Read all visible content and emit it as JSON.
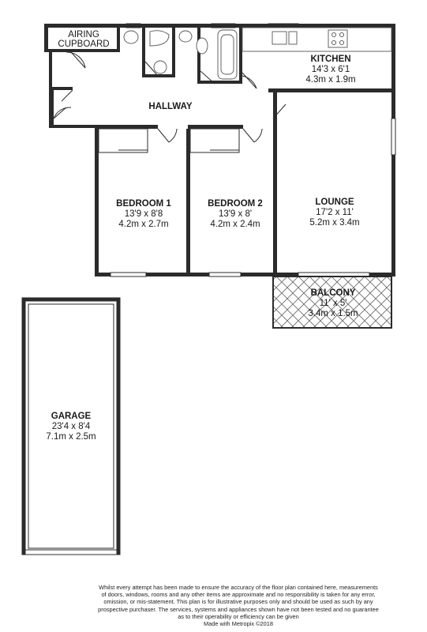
{
  "rooms": {
    "airing": {
      "line1": "AIRING",
      "line2": "CUPBOARD"
    },
    "kitchen": {
      "name": "KITCHEN",
      "imperial": "14'3 x 6'1",
      "metric": "4.3m x 1.9m"
    },
    "hallway": {
      "name": "HALLWAY"
    },
    "bedroom1": {
      "name": "BEDROOM 1",
      "imperial": "13'9 x 8'8",
      "metric": "4.2m x 2.7m"
    },
    "bedroom2": {
      "name": "BEDROOM 2",
      "imperial": "13'9 x 8'",
      "metric": "4.2m x 2.4m"
    },
    "lounge": {
      "name": "LOUNGE",
      "imperial": "17'2 x 11'",
      "metric": "5.2m x 3.4m"
    },
    "balcony": {
      "name": "BALCONY",
      "imperial": "11' x 5'",
      "metric": "3.4m x 1.5m"
    },
    "garage": {
      "name": "GARAGE",
      "imperial": "23'4 x 8'4",
      "metric": "7.1m x 2.5m"
    }
  },
  "disclaimer": {
    "line1": "Whilst every attempt has been made to ensure the accuracy of the floor plan contained here, measurements",
    "line2": "of doors, windows, rooms and any other items are approximate and no responsibility is taken for any error,",
    "line3": "omission, or mis-statement. This plan is for illustrative purposes only and should be used as such by any",
    "line4": "prospective purchaser. The services, systems and appliances shown have not been tested and no guarantee",
    "line5": "as to their operability or efficiency can be given",
    "line6": "Made with Metropix ©2018"
  },
  "colors": {
    "wall": "#2b2b2b",
    "background": "#ffffff"
  }
}
